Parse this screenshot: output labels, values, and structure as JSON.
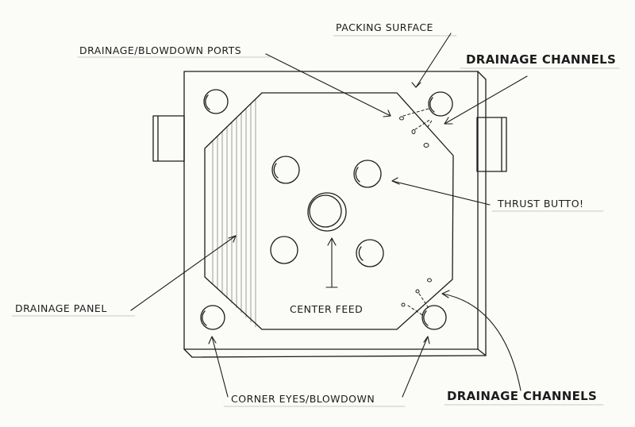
{
  "labels": {
    "packing_surface": "PACKING SURFACE",
    "drainage_blowdown_ports": "DRAINAGE/BLOWDOWN PORTS",
    "drainage_channels_top": "DRAINAGE CHANNELS",
    "thrust_button": "THRUST BUTTO!",
    "drainage_panel": "DRAINAGE PANEL",
    "center_feed": "CENTER FEED",
    "corner_eyes_blowdown": "CORNER EYES/BLOWDOWN",
    "drainage_channels_bottom": "DRAINAGE CHANNELS"
  },
  "colors": {
    "ink": "#1c1c1c",
    "paper": "#fbfbf8"
  }
}
